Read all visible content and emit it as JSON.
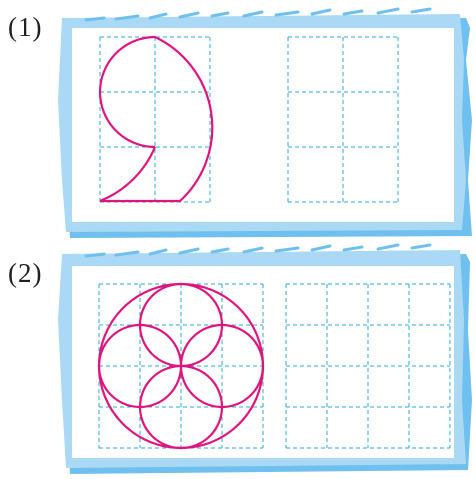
{
  "panels": [
    {
      "label": "(1)",
      "left_grid": {
        "cols": 2,
        "rows": 3
      },
      "right_grid": {
        "cols": 2,
        "rows": 3
      },
      "figure": "comma-arc-figure"
    },
    {
      "label": "(2)",
      "left_grid": {
        "cols": 4,
        "rows": 4
      },
      "right_grid": {
        "cols": 4,
        "rows": 4
      },
      "figure": "circle-with-four-petal-circles"
    }
  ],
  "colors": {
    "card_border": "#a9d9f5",
    "card_shadow": "#6fc0ee",
    "card_fill": "#ffffff",
    "grid_line": "#29a8e0",
    "figure_stroke": "#e0147f",
    "label_text": "#231f20"
  }
}
